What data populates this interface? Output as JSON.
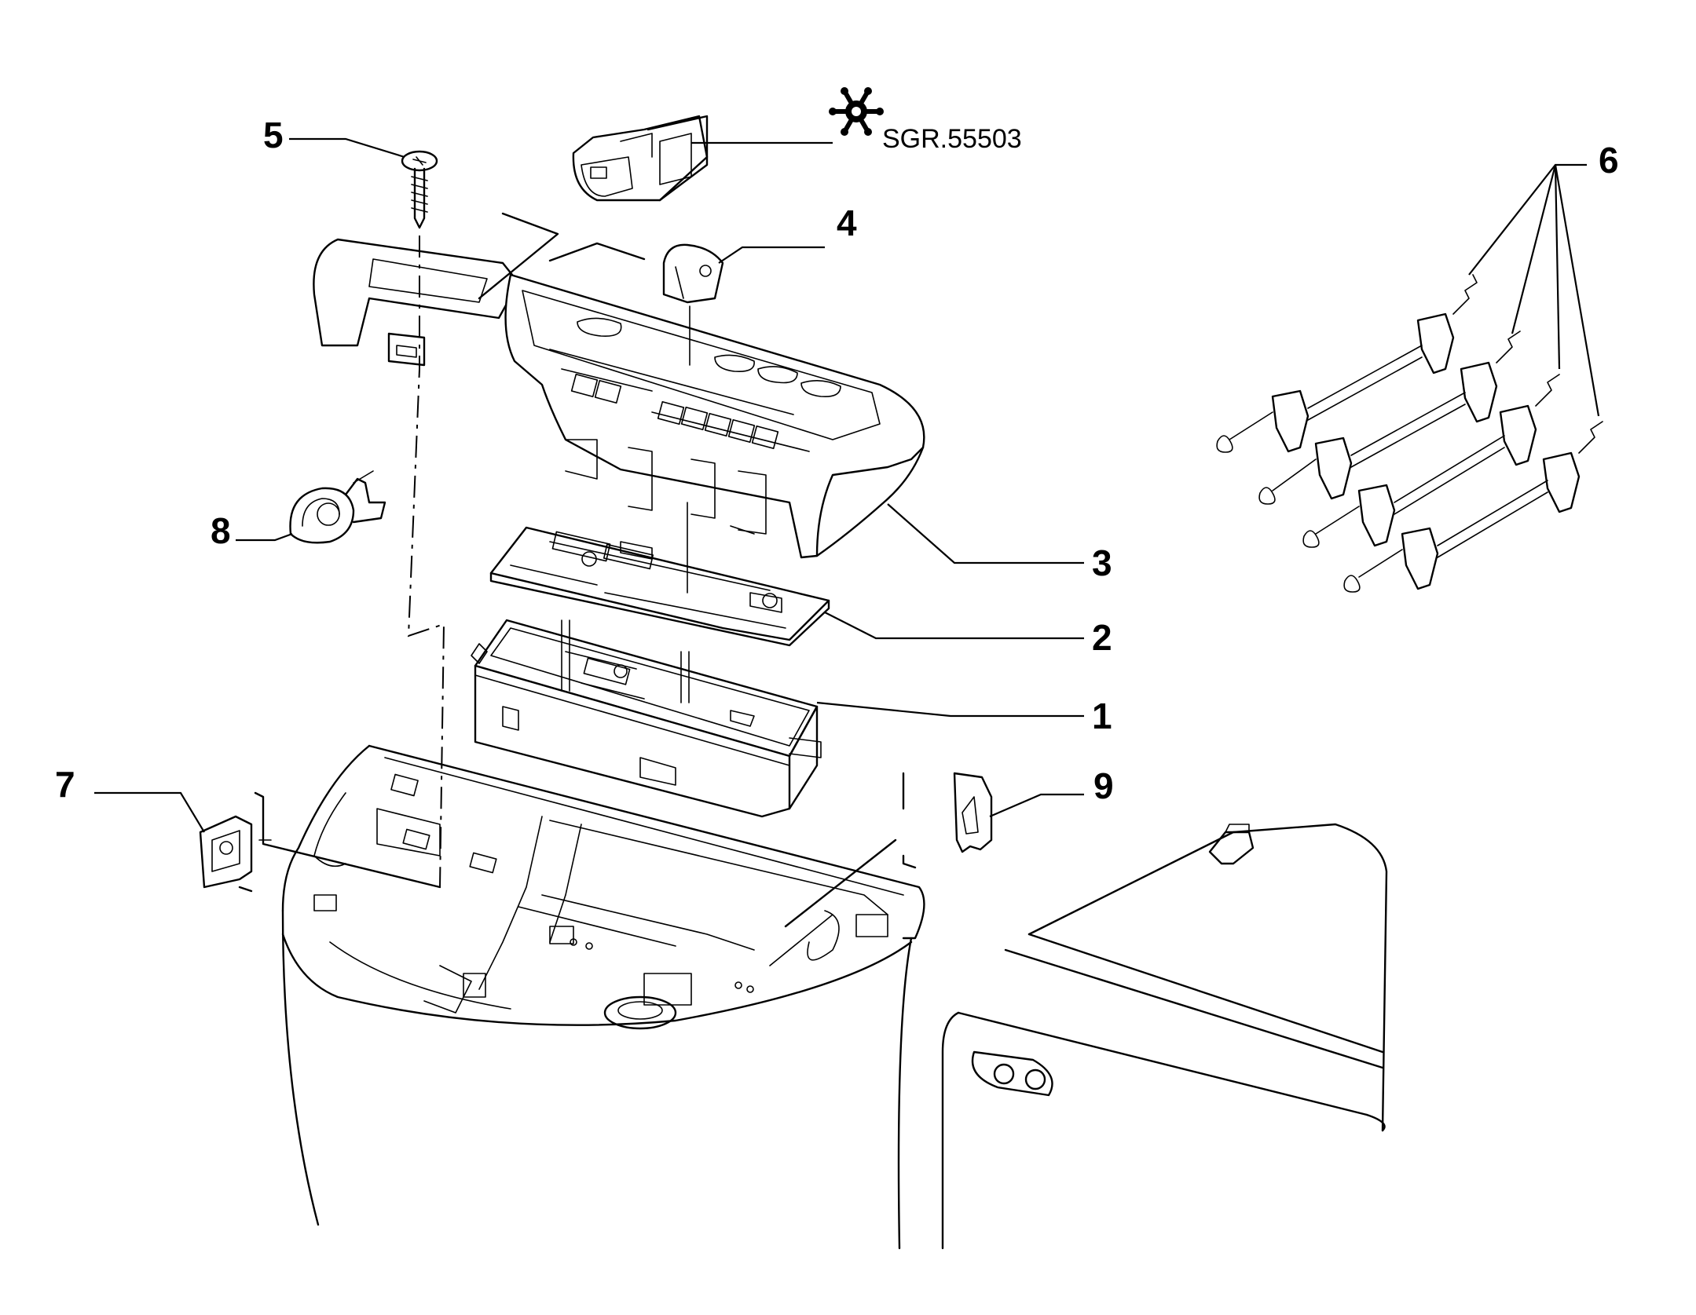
{
  "callouts": {
    "c1": "1",
    "c2": "2",
    "c3": "3",
    "c4": "4",
    "c5": "5",
    "c6": "6",
    "c7": "7",
    "c8": "8",
    "c9": "9"
  },
  "reference": {
    "code": "SGR.55503",
    "icon": "snowflake-icon"
  }
}
